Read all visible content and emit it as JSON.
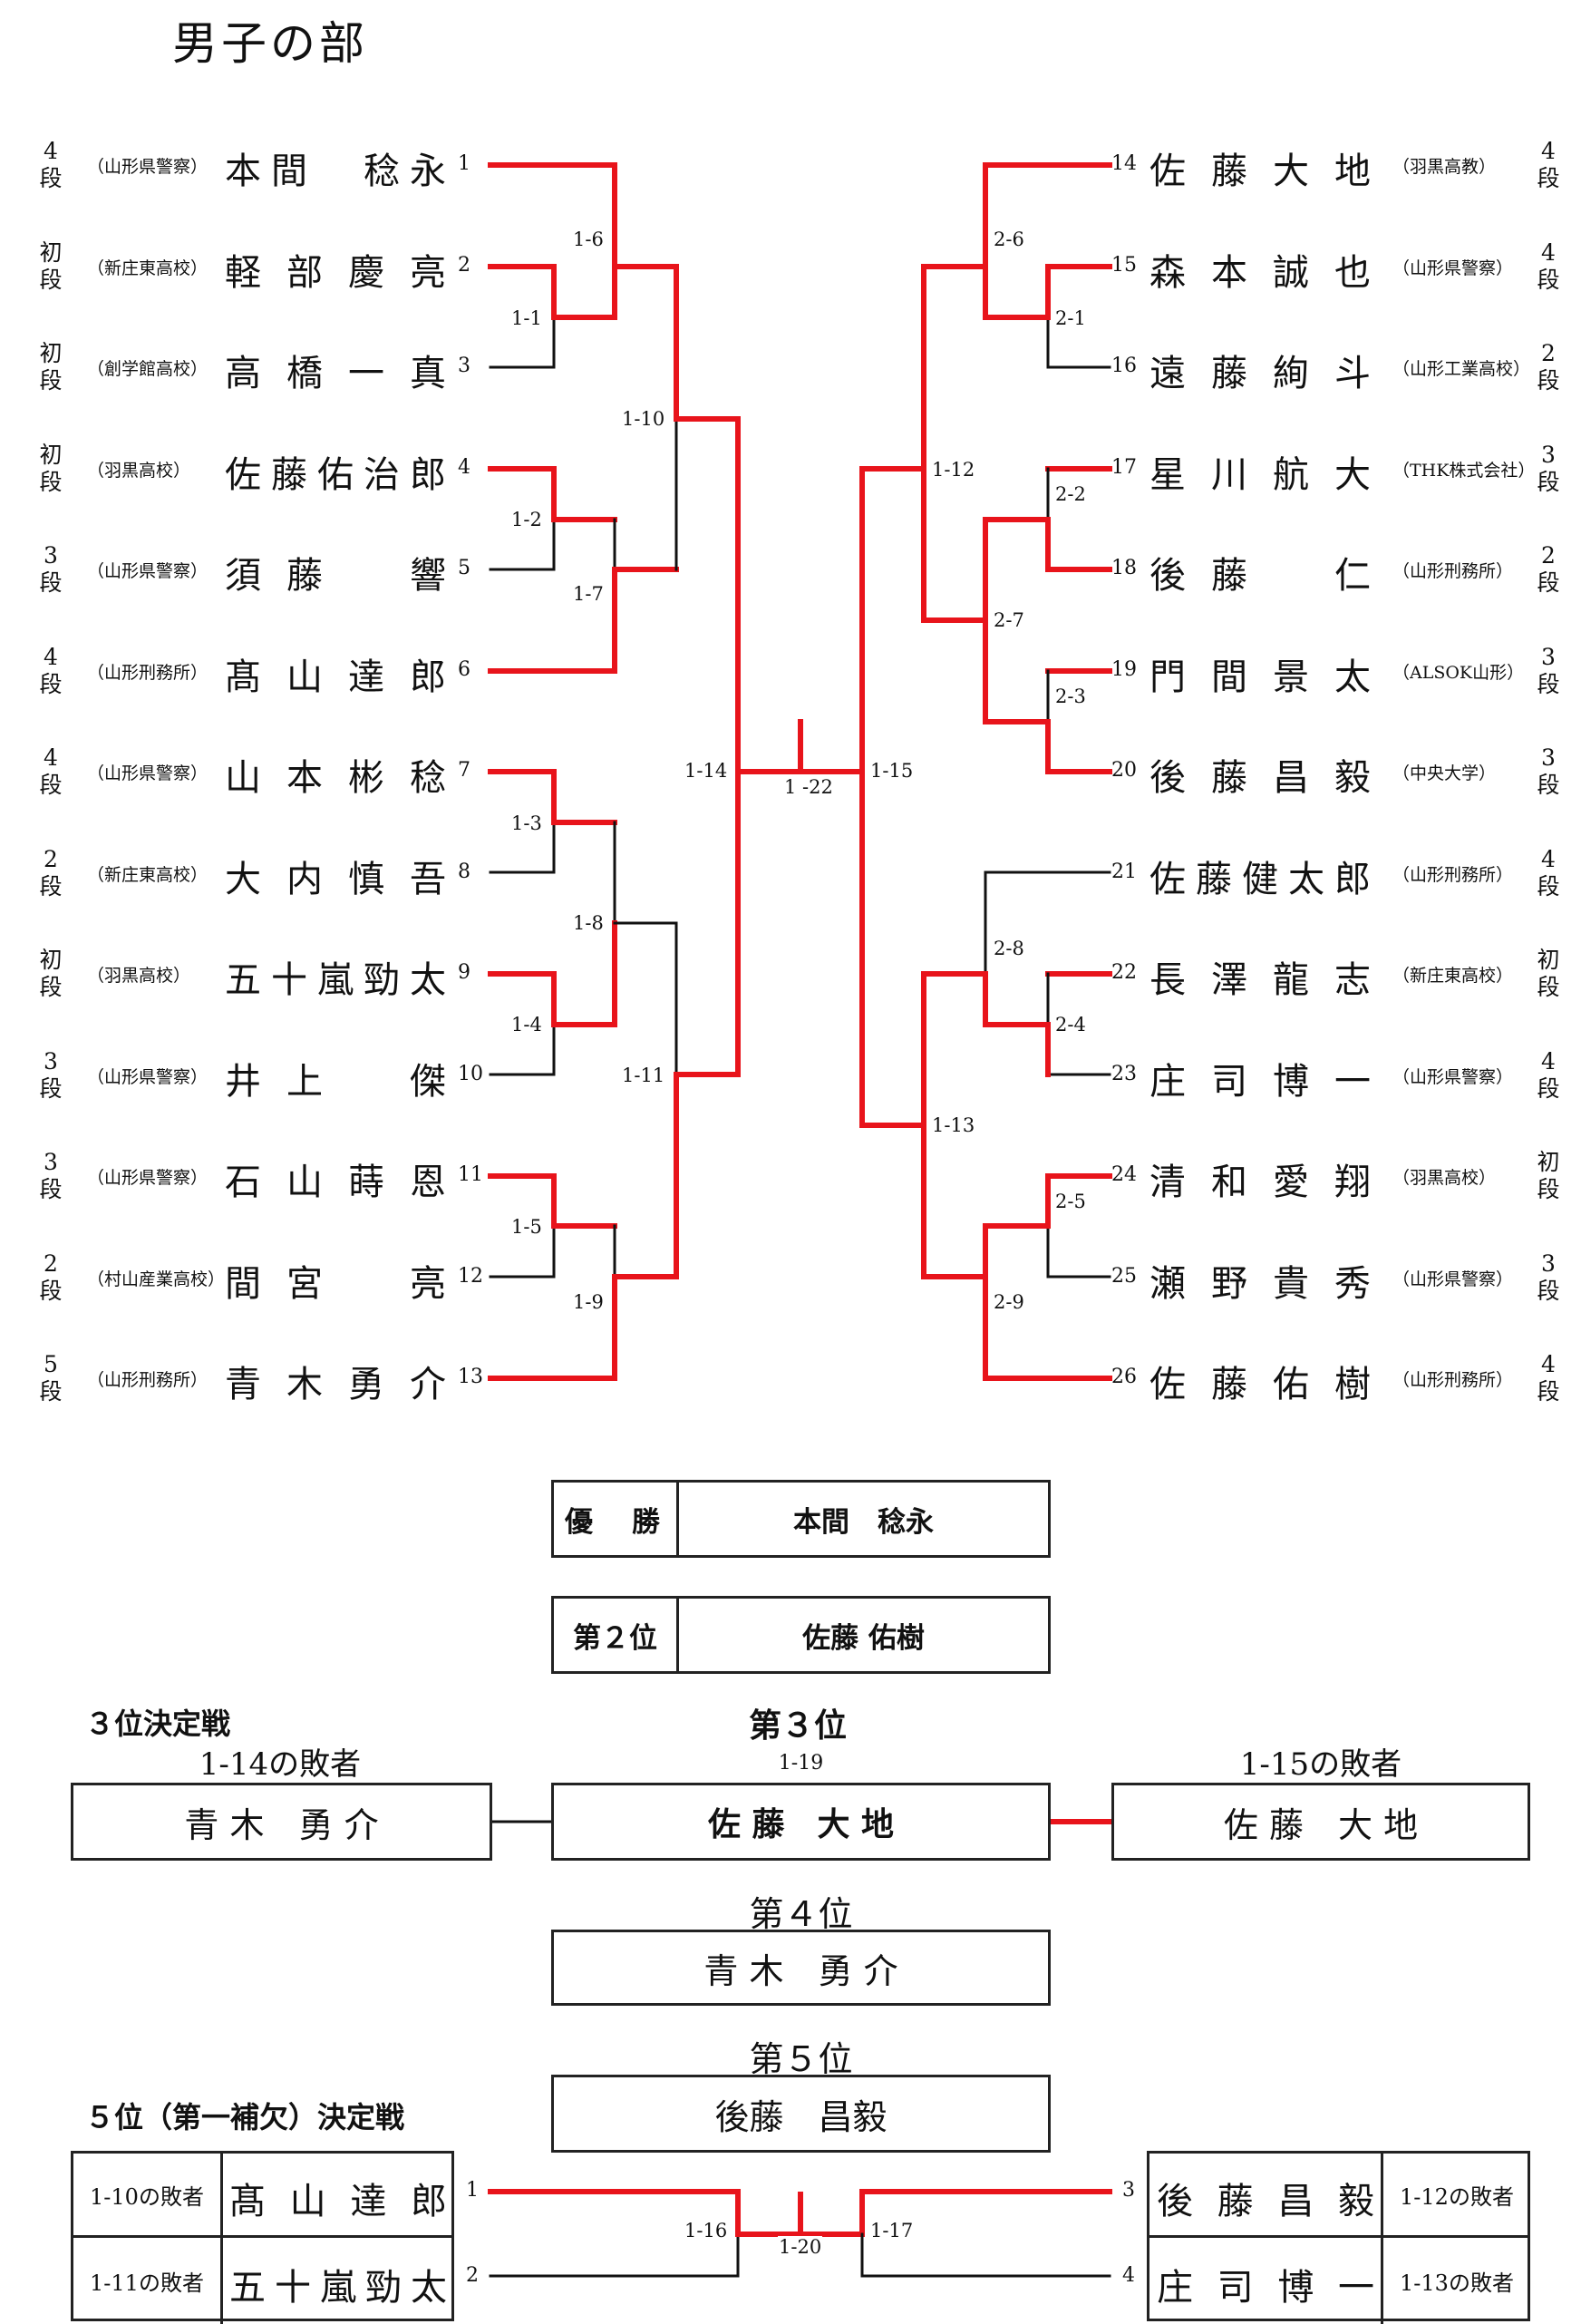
{
  "title": "男子の部",
  "colors": {
    "winner_line": "#e8141b",
    "loser_line": "#111111"
  },
  "left_players": [
    {
      "seed": "1",
      "name": "本間　稔永",
      "aff": "（山形県警察）",
      "rank": [
        "4",
        "段"
      ]
    },
    {
      "seed": "2",
      "name": "軽部慶亮",
      "aff": "（新庄東高校）",
      "rank": [
        "初",
        "段"
      ]
    },
    {
      "seed": "3",
      "name": "高橋一真",
      "aff": "（創学館高校）",
      "rank": [
        "初",
        "段"
      ]
    },
    {
      "seed": "4",
      "name": "佐藤佑治郎",
      "aff": "（羽黒高校）",
      "rank": [
        "初",
        "段"
      ]
    },
    {
      "seed": "5",
      "name": "須藤　響",
      "aff": "（山形県警察）",
      "rank": [
        "3",
        "段"
      ]
    },
    {
      "seed": "6",
      "name": "髙山達郎",
      "aff": "（山形刑務所）",
      "rank": [
        "4",
        "段"
      ]
    },
    {
      "seed": "7",
      "name": "山本彬稔",
      "aff": "（山形県警察）",
      "rank": [
        "4",
        "段"
      ]
    },
    {
      "seed": "8",
      "name": "大内慎吾",
      "aff": "（新庄東高校）",
      "rank": [
        "2",
        "段"
      ]
    },
    {
      "seed": "9",
      "name": "五十嵐勁太",
      "aff": "（羽黒高校）",
      "rank": [
        "初",
        "段"
      ]
    },
    {
      "seed": "10",
      "name": "井上　傑",
      "aff": "（山形県警察）",
      "rank": [
        "3",
        "段"
      ]
    },
    {
      "seed": "11",
      "name": "石山蒔恩",
      "aff": "（山形県警察）",
      "rank": [
        "3",
        "段"
      ]
    },
    {
      "seed": "12",
      "name": "間宮　亮",
      "aff": "（村山産業高校）",
      "rank": [
        "2",
        "段"
      ]
    },
    {
      "seed": "13",
      "name": "青木勇介",
      "aff": "（山形刑務所）",
      "rank": [
        "5",
        "段"
      ]
    }
  ],
  "right_players": [
    {
      "seed": "14",
      "name": "佐藤大地",
      "aff": "（羽黒高教）",
      "rank": [
        "4",
        "段"
      ]
    },
    {
      "seed": "15",
      "name": "森本誠也",
      "aff": "（山形県警察）",
      "rank": [
        "4",
        "段"
      ]
    },
    {
      "seed": "16",
      "name": "遠藤絢斗",
      "aff": "（山形工業高校）",
      "rank": [
        "2",
        "段"
      ]
    },
    {
      "seed": "17",
      "name": "星川航大",
      "aff": "（THK株式会社）",
      "rank": [
        "3",
        "段"
      ]
    },
    {
      "seed": "18",
      "name": "後藤　仁",
      "aff": "（山形刑務所）",
      "rank": [
        "2",
        "段"
      ]
    },
    {
      "seed": "19",
      "name": "門間景太",
      "aff": "（ALSOK山形）",
      "rank": [
        "3",
        "段"
      ]
    },
    {
      "seed": "20",
      "name": "後藤昌毅",
      "aff": "（中央大学）",
      "rank": [
        "3",
        "段"
      ]
    },
    {
      "seed": "21",
      "name": "佐藤健太郎",
      "aff": "（山形刑務所）",
      "rank": [
        "4",
        "段"
      ]
    },
    {
      "seed": "22",
      "name": "長澤龍志",
      "aff": "（新庄東高校）",
      "rank": [
        "初",
        "段"
      ]
    },
    {
      "seed": "23",
      "name": "庄司博一",
      "aff": "（山形県警察）",
      "rank": [
        "4",
        "段"
      ]
    },
    {
      "seed": "24",
      "name": "清和愛翔",
      "aff": "（羽黒高校）",
      "rank": [
        "初",
        "段"
      ]
    },
    {
      "seed": "25",
      "name": "瀬野貴秀",
      "aff": "（山形県警察）",
      "rank": [
        "3",
        "段"
      ]
    },
    {
      "seed": "26",
      "name": "佐藤佑樹",
      "aff": "（山形刑務所）",
      "rank": [
        "4",
        "段"
      ]
    }
  ],
  "match_labels": {
    "m1_1": "1-1",
    "m1_2": "1-2",
    "m1_3": "1-3",
    "m1_4": "1-4",
    "m1_5": "1-5",
    "m1_6": "1-6",
    "m1_7": "1-7",
    "m1_8": "1-8",
    "m1_9": "1-9",
    "m1_10": "1-10",
    "m1_11": "1-11",
    "m1_12": "1-12",
    "m1_13": "1-13",
    "m1_14": "1-14",
    "m1_15": "1-15",
    "m1_22": "1 -22",
    "m2_1": "2-1",
    "m2_2": "2-2",
    "m2_3": "2-3",
    "m2_4": "2-4",
    "m2_5": "2-5",
    "m2_6": "2-6",
    "m2_7": "2-7",
    "m2_8": "2-8",
    "m2_9": "2-9",
    "m1_16": "1-16",
    "m1_17": "1-17",
    "m1_20": "1-20"
  },
  "results": {
    "champion_label": "優　勝",
    "champion_name": "本間　稔永",
    "second_label": "第２位",
    "second_name": "佐藤 佑樹",
    "third_playoff_title": "３位決定戦",
    "third_title": "第３位",
    "third_left_caption": "1-14の敗者",
    "third_left_name": "青 木　勇 介",
    "third_match_label": "1-19",
    "third_name": "佐 藤　大 地",
    "third_right_caption": "1-15の敗者",
    "third_right_name": "佐 藤　大 地",
    "fourth_title": "第４位",
    "fourth_name": "青 木　勇 介",
    "fifth_title": "第５位",
    "fifth_name": "後藤　昌毅"
  },
  "fifth_playoff": {
    "title": "５位（第一補欠）決定戦",
    "left": [
      {
        "caption": "1-10の敗者",
        "name": "髙山達郎",
        "seed": "1"
      },
      {
        "caption": "1-11の敗者",
        "name": "五十嵐勁太",
        "seed": "2"
      }
    ],
    "right": [
      {
        "caption": "1-12の敗者",
        "name": "後藤昌毅",
        "seed": "3"
      },
      {
        "caption": "1-13の敗者",
        "name": "庄司博一",
        "seed": "4"
      }
    ]
  }
}
